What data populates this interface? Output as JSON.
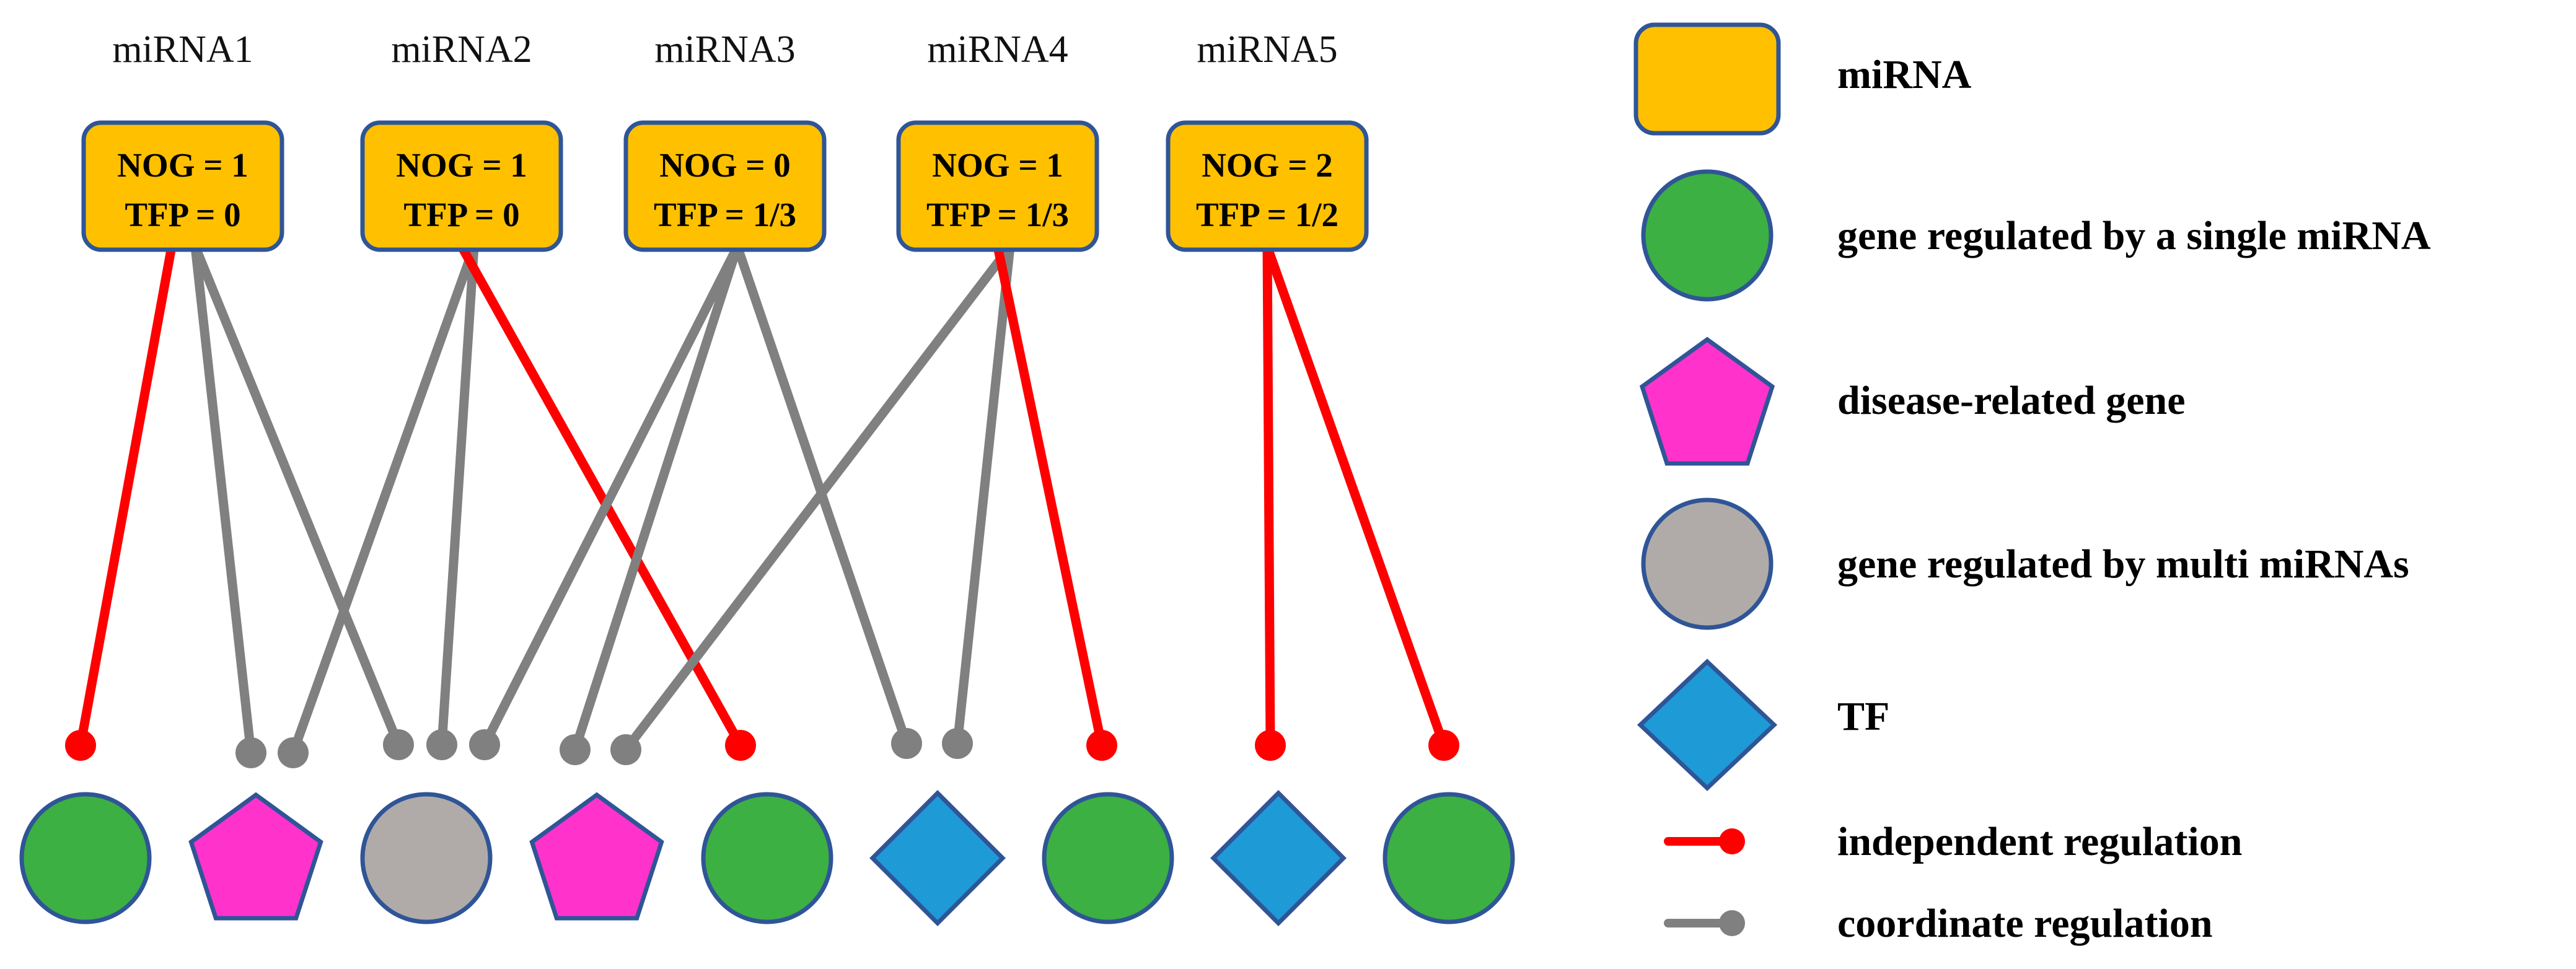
{
  "colors": {
    "mirna_fill": "#FFC000",
    "shape_stroke": "#2F5597",
    "single_gene_fill": "#3CB043",
    "disease_gene_fill": "#FF33CC",
    "multi_gene_fill": "#B0ABA8",
    "tf_fill": "#1E9AD6",
    "independent_line": "#FF0000",
    "coordinate_line": "#808080"
  },
  "mirnas": [
    {
      "name": "miRNA1",
      "nog": "NOG = 1",
      "tfp": "TFP = 0"
    },
    {
      "name": "miRNA2",
      "nog": "NOG = 1",
      "tfp": "TFP = 0"
    },
    {
      "name": "miRNA3",
      "nog": "NOG = 0",
      "tfp": "TFP = 1/3"
    },
    {
      "name": "miRNA4",
      "nog": "NOG = 1",
      "tfp": "TFP = 1/3"
    },
    {
      "name": "miRNA5",
      "nog": "NOG = 2",
      "tfp": "TFP = 1/2"
    }
  ],
  "genes": [
    {
      "kind": "single"
    },
    {
      "kind": "disease"
    },
    {
      "kind": "multi"
    },
    {
      "kind": "disease"
    },
    {
      "kind": "single"
    },
    {
      "kind": "tf"
    },
    {
      "kind": "single"
    },
    {
      "kind": "tf"
    },
    {
      "kind": "single"
    }
  ],
  "edges": [
    {
      "mirna": 0,
      "gene": 0,
      "type": "independent"
    },
    {
      "mirna": 0,
      "gene": 1,
      "type": "coordinate"
    },
    {
      "mirna": 0,
      "gene": 2,
      "type": "coordinate"
    },
    {
      "mirna": 1,
      "gene": 1,
      "type": "coordinate"
    },
    {
      "mirna": 1,
      "gene": 2,
      "type": "coordinate"
    },
    {
      "mirna": 1,
      "gene": 4,
      "type": "independent"
    },
    {
      "mirna": 2,
      "gene": 2,
      "type": "coordinate"
    },
    {
      "mirna": 2,
      "gene": 3,
      "type": "coordinate"
    },
    {
      "mirna": 2,
      "gene": 5,
      "type": "coordinate"
    },
    {
      "mirna": 3,
      "gene": 3,
      "type": "coordinate"
    },
    {
      "mirna": 3,
      "gene": 5,
      "type": "coordinate"
    },
    {
      "mirna": 3,
      "gene": 6,
      "type": "independent"
    },
    {
      "mirna": 4,
      "gene": 7,
      "type": "independent"
    },
    {
      "mirna": 4,
      "gene": 8,
      "type": "independent"
    }
  ],
  "legend": {
    "mirna": "miRNA",
    "single_gene": "gene regulated by a single miRNA",
    "disease_gene": "disease-related gene",
    "multi_gene": "gene regulated by multi miRNAs",
    "tf": "TF",
    "independent": "independent regulation",
    "coordinate": "coordinate regulation"
  }
}
